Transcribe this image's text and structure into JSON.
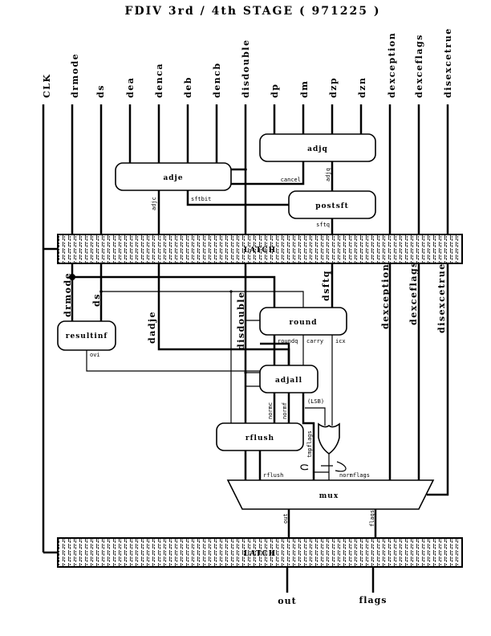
{
  "title": "FDIV  3rd / 4th  STAGE ( 971225 )",
  "input_signals": [
    {
      "id": "clk",
      "label": "CLK"
    },
    {
      "id": "drmode",
      "label": "drmode"
    },
    {
      "id": "ds",
      "label": "ds"
    },
    {
      "id": "dea",
      "label": "dea"
    },
    {
      "id": "denca",
      "label": "denca"
    },
    {
      "id": "deb",
      "label": "deb"
    },
    {
      "id": "dencb",
      "label": "dencb"
    },
    {
      "id": "disdouble",
      "label": "disdouble"
    },
    {
      "id": "dp",
      "label": "dp"
    },
    {
      "id": "dm",
      "label": "dm"
    },
    {
      "id": "dzp",
      "label": "dzp"
    },
    {
      "id": "dzn",
      "label": "dzn"
    },
    {
      "id": "dexception",
      "label": "dexception"
    },
    {
      "id": "dexceflags",
      "label": "dexceflags"
    },
    {
      "id": "disexcetrue",
      "label": "disexcetrue"
    }
  ],
  "blocks": {
    "adjq": "adjq",
    "adje": "adje",
    "postsft": "postsft",
    "latch_top": "LATCH",
    "resultinf": "resultinf",
    "round": "round",
    "adjall": "adjall",
    "rflush": "rflush",
    "mux": "mux",
    "latch_bottom": "LATCH"
  },
  "wire_labels": {
    "cancel": "cancel",
    "adjq": "adjq",
    "adjc": "adjc",
    "sftbit": "sftbit",
    "sftq": "sftq",
    "ovi": "ovi",
    "roundq": "roundq",
    "carry": "carry",
    "icx": "icx",
    "normc": "normc",
    "normf": "normf",
    "lsb": "(LSB)",
    "tmpflags": "tmpflags",
    "rflush": "rflush",
    "normflags": "normflags",
    "out": "out",
    "flags": "flags"
  },
  "latched_signals": {
    "drmode": "drmode",
    "ds": "ds",
    "dadje": "dadje",
    "disdouble": "disdouble",
    "dsftq": "dsftq",
    "dexception": "dexception",
    "dexceflags": "dexceflags",
    "disexcetrue": "disexcetrue"
  },
  "outputs": {
    "out": "out",
    "flags": "flags"
  }
}
